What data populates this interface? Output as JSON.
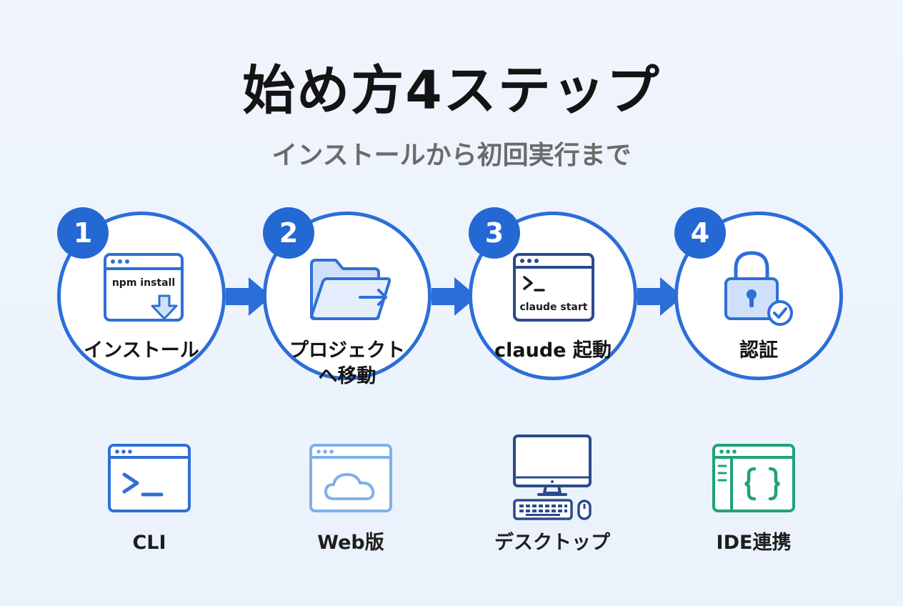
{
  "header": {
    "title": "始め方4ステップ",
    "subtitle": "インストールから初回実行まで"
  },
  "steps": [
    {
      "number": "1",
      "label": "インストール",
      "icon": "terminal-download-icon",
      "icon_text": "npm install"
    },
    {
      "number": "2",
      "label_line1": "プロジェクト",
      "label_line2": "へ移動",
      "icon": "folder-arrow-icon"
    },
    {
      "number": "3",
      "label": "claude 起動",
      "icon": "terminal-window-icon",
      "icon_text": "claude start"
    },
    {
      "number": "4",
      "label": "認証",
      "icon": "padlock-check-icon"
    }
  ],
  "modes": [
    {
      "label": "CLI",
      "icon": "terminal-prompt-icon"
    },
    {
      "label": "Web版",
      "icon": "browser-cloud-icon"
    },
    {
      "label": "デスクトップ",
      "icon": "desktop-computer-icon"
    },
    {
      "label": "IDE連携",
      "icon": "code-editor-icon"
    }
  ],
  "colors": {
    "accent": "#2c6ed8",
    "badge": "#2368d3",
    "step_icon": "#2f6fd6",
    "folder_fill": "#cfe1fa",
    "web_icon": "#7fb0ea",
    "desktop_icon": "#2a4a8c",
    "ide_icon": "#21a276",
    "title": "#141414",
    "subtitle": "#6b6b6b"
  }
}
